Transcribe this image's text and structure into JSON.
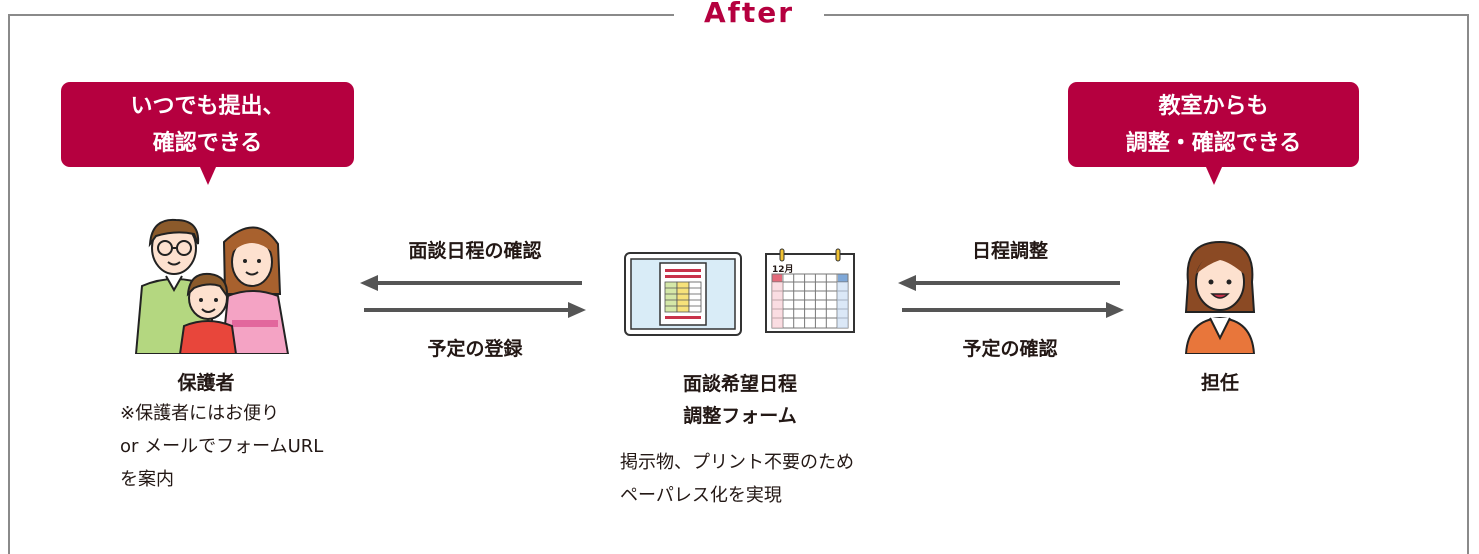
{
  "frame": {
    "title": "After"
  },
  "bubbles": {
    "left": {
      "line1": "いつでも提出、",
      "line2": "確認できる"
    },
    "right": {
      "line1": "教室からも",
      "line2": "調整・確認できる"
    }
  },
  "guardian": {
    "label": "保護者",
    "note": [
      "※保護者にはお便り",
      "or メールでフォームURL",
      "を案内"
    ]
  },
  "arrows_left": {
    "top_label": "面談日程の確認",
    "bottom_label": "予定の登録"
  },
  "form": {
    "label_line1": "面談希望日程",
    "label_line2": "調整フォーム",
    "calendar_month": "12月",
    "note": [
      "掲示物、プリント不要のため",
      "ペーパレス化を実現"
    ]
  },
  "arrows_right": {
    "top_label": "日程調整",
    "bottom_label": "予定の確認"
  },
  "teacher": {
    "label": "担任"
  },
  "colors": {
    "accent": "#b5003f",
    "frame": "#8a8a8a",
    "arrow": "#555555"
  }
}
